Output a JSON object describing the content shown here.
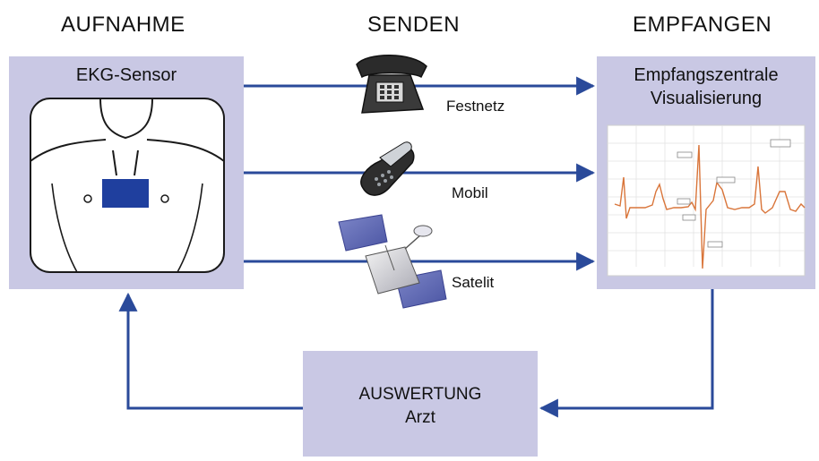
{
  "columns": {
    "record": "AUFNAHME",
    "send": "SENDEN",
    "receive": "EMPFANGEN"
  },
  "sensor_box": {
    "title": "EKG-Sensor"
  },
  "receiver_box": {
    "title_line1": "Empfangszentrale",
    "title_line2": "Visualisierung"
  },
  "channels": [
    {
      "label": "Festnetz",
      "icon": "telephone-icon"
    },
    {
      "label": "Mobil",
      "icon": "mobile-phone-icon"
    },
    {
      "label": "Satelit",
      "icon": "satellite-icon"
    }
  ],
  "evaluation_box": {
    "line1": "AUSWERTUNG",
    "line2": "Arzt"
  },
  "colors": {
    "box_fill": "#c9c8e4",
    "arrow": "#2a4a9a",
    "sensor_patch": "#1f3f9e",
    "ecg_trace": "#d9753a"
  }
}
